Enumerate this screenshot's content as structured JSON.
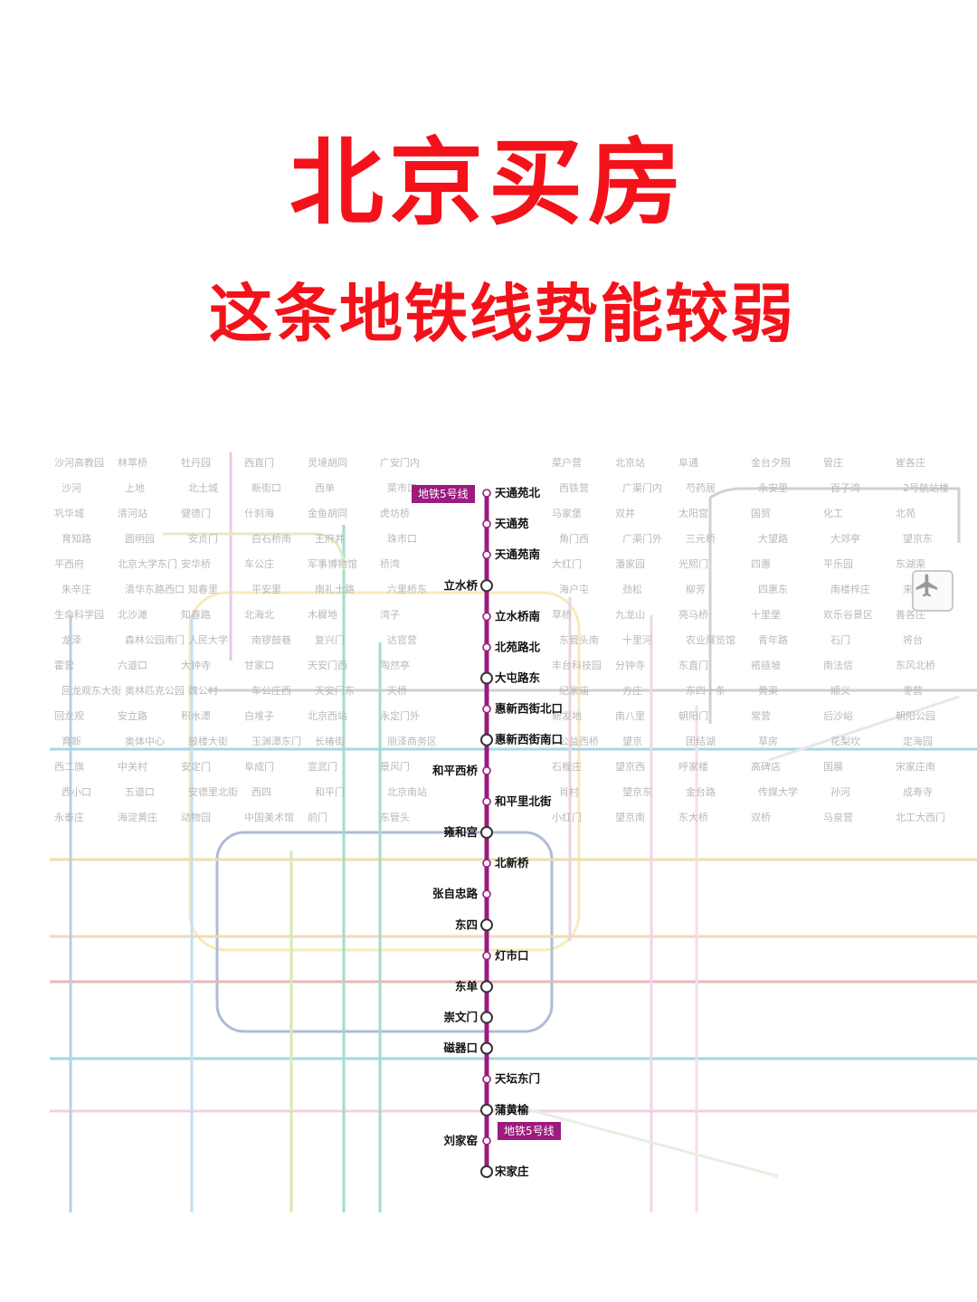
{
  "title": "北京买房",
  "subtitle": "这条地铁线势能较弱",
  "colors": {
    "accent": "#f4121a",
    "line5": "#9b1b7e"
  },
  "line5": {
    "badge_top": "地铁5号线",
    "badge_bottom": "地铁5号线",
    "stations": [
      {
        "name": "天通苑北",
        "side": "right",
        "transfer": false
      },
      {
        "name": "天通苑",
        "side": "right",
        "transfer": false
      },
      {
        "name": "天通苑南",
        "side": "right",
        "transfer": false
      },
      {
        "name": "立水桥",
        "side": "left",
        "transfer": true
      },
      {
        "name": "立水桥南",
        "side": "right",
        "transfer": false
      },
      {
        "name": "北苑路北",
        "side": "right",
        "transfer": false
      },
      {
        "name": "大屯路东",
        "side": "right",
        "transfer": true
      },
      {
        "name": "惠新西街北口",
        "side": "right",
        "transfer": false
      },
      {
        "name": "惠新西街南口",
        "side": "right",
        "transfer": true
      },
      {
        "name": "和平西桥",
        "side": "left",
        "transfer": false
      },
      {
        "name": "和平里北街",
        "side": "right",
        "transfer": false
      },
      {
        "name": "雍和宫",
        "side": "left",
        "transfer": true
      },
      {
        "name": "北新桥",
        "side": "right",
        "transfer": false
      },
      {
        "name": "张自忠路",
        "side": "left",
        "transfer": false
      },
      {
        "name": "东四",
        "side": "left",
        "transfer": true
      },
      {
        "name": "灯市口",
        "side": "right",
        "transfer": false
      },
      {
        "name": "东单",
        "side": "left",
        "transfer": true
      },
      {
        "name": "崇文门",
        "side": "left",
        "transfer": true
      },
      {
        "name": "磁器口",
        "side": "left",
        "transfer": true
      },
      {
        "name": "天坛东门",
        "side": "right",
        "transfer": false
      },
      {
        "name": "蒲黄榆",
        "side": "right",
        "transfer": true
      },
      {
        "name": "刘家窑",
        "side": "left",
        "transfer": false
      },
      {
        "name": "宋家庄",
        "side": "right",
        "transfer": true
      }
    ]
  },
  "background_labels": [
    "沙河高教园",
    "沙河",
    "巩华城",
    "育知路",
    "平西府",
    "朱辛庄",
    "生命科学园",
    "龙泽",
    "霍营",
    "回龙观东大街",
    "回龙观",
    "育新",
    "西二旗",
    "西小口",
    "永泰庄",
    "林萃桥",
    "上地",
    "清河站",
    "圆明园",
    "北京大学东门",
    "清华东路西口",
    "北沙滩",
    "森林公园南门",
    "六道口",
    "奥林匹克公园",
    "安立路",
    "奥体中心",
    "中关村",
    "五道口",
    "海淀黄庄",
    "牡丹园",
    "北土城",
    "健德门",
    "安贞门",
    "安华桥",
    "知春里",
    "知春路",
    "人民大学",
    "大钟寺",
    "魏公村",
    "积水潭",
    "鼓楼大街",
    "安定门",
    "安德里北街",
    "动物园",
    "西直门",
    "新街口",
    "什刹海",
    "白石桥南",
    "车公庄",
    "平安里",
    "北海北",
    "南锣鼓巷",
    "甘家口",
    "车公庄西",
    "白堆子",
    "玉渊潭东门",
    "阜成门",
    "西四",
    "中国美术馆",
    "灵境胡同",
    "西单",
    "金鱼胡同",
    "王府井",
    "军事博物馆",
    "南礼士路",
    "木樨地",
    "复兴门",
    "天安门西",
    "天安门东",
    "北京西站",
    "长椿街",
    "宣武门",
    "和平门",
    "前门",
    "广安门内",
    "菜市口",
    "虎坊桥",
    "珠市口",
    "桥湾",
    "六里桥东",
    "湾子",
    "达官营",
    "陶然亭",
    "天桥",
    "永定门外",
    "丽泽商务区",
    "景风门",
    "北京南站",
    "东管头",
    "菜户营",
    "西铁营",
    "马家堡",
    "角门西",
    "大红门",
    "海户屯",
    "草桥",
    "东管头南",
    "丰台科技园",
    "纪家庙",
    "新发地",
    "公益西桥",
    "石榴庄",
    "肖村",
    "小红门",
    "北京站",
    "广渠门内",
    "双井",
    "广渠门外",
    "潘家园",
    "劲松",
    "九龙山",
    "十里河",
    "分钟寺",
    "方庄",
    "南八里",
    "望京",
    "望京西",
    "望京东",
    "望京南",
    "阜通",
    "芍药居",
    "太阳宫",
    "三元桥",
    "光熙门",
    "柳芳",
    "亮马桥",
    "农业展览馆",
    "东直门",
    "东四十条",
    "朝阳门",
    "团结湖",
    "呼家楼",
    "金台路",
    "东大桥",
    "金台夕照",
    "永安里",
    "国贸",
    "大望路",
    "四惠",
    "四惠东",
    "十里堡",
    "青年路",
    "褡裢坡",
    "黄渠",
    "常营",
    "草房",
    "高碑店",
    "传媒大学",
    "双桥",
    "管庄",
    "百子湾",
    "化工",
    "大郊亭",
    "平乐园",
    "南楼梓庄",
    "欢乐谷景区",
    "石门",
    "南法信",
    "顺义",
    "后沙峪",
    "花梨坎",
    "国展",
    "孙河",
    "马泉营",
    "崔各庄",
    "2号航站楼",
    "北苑",
    "望京东",
    "东湖渠",
    "来广营",
    "善各庄",
    "将台",
    "东风北桥",
    "枣营",
    "朝阳公园",
    "定海园",
    "宋家庄南",
    "成寿寺",
    "北工大西门"
  ]
}
